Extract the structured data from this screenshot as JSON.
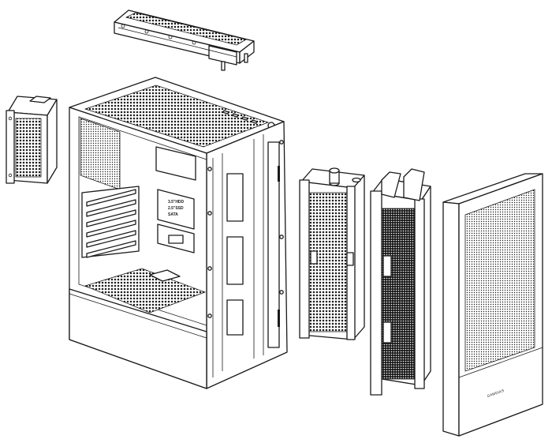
{
  "drive_bay_labels": [
    "3.5\"HDD",
    "2.5\"SSD",
    "SATA"
  ],
  "front_panel_brand": "GAMDIAS"
}
